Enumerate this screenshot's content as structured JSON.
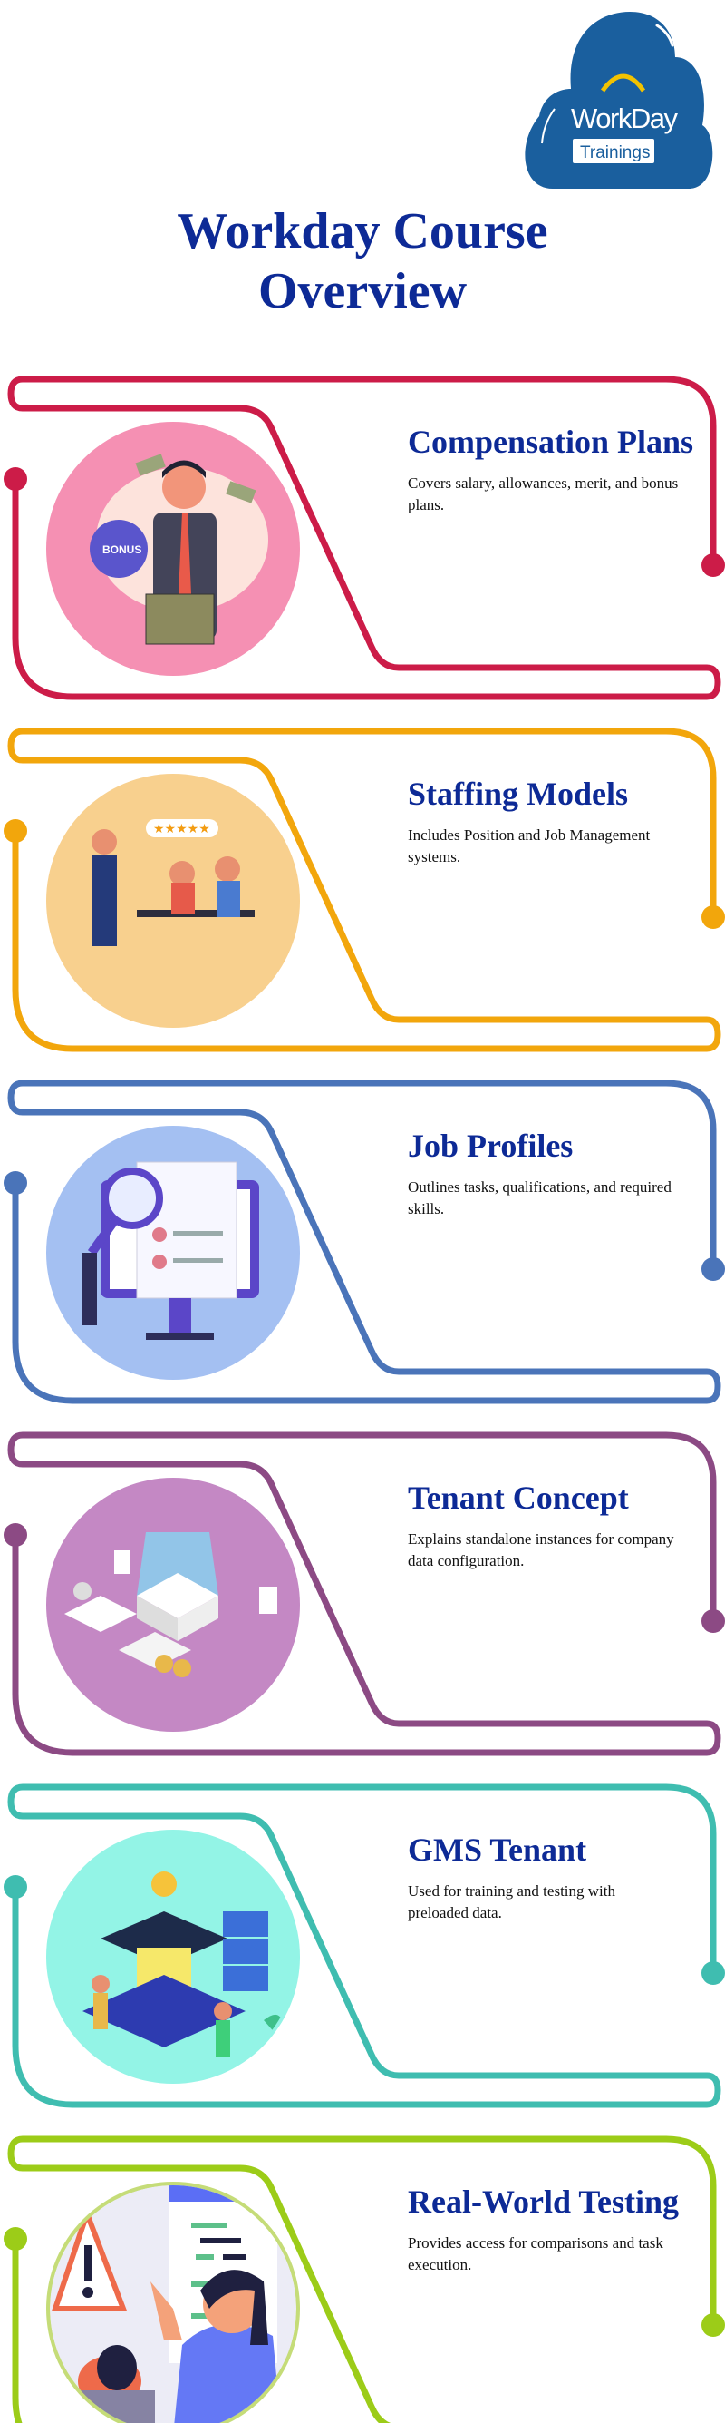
{
  "logo": {
    "brand": "WorkDay",
    "sub": "Trainings",
    "color": "#1a5f9e"
  },
  "title": {
    "line1": "Workday Course",
    "line2": "Overview"
  },
  "sections": [
    {
      "title": "Compensation Plans",
      "description": "Covers salary, allowances, merit, and bonus plans.",
      "color": "#cc1c48",
      "fill": "#f590b3",
      "icon": "bonus-bag-businessman-illustration",
      "badge": "BONUS"
    },
    {
      "title": "Staffing Models",
      "description": "Includes Position and Job Management systems.",
      "color": "#f2a60c",
      "fill": "#f8d08e",
      "icon": "team-meeting-illustration"
    },
    {
      "title": "Job Profiles",
      "description": "Outlines tasks, qualifications, and required skills.",
      "color": "#4a74b9",
      "fill": "#a4c0f2",
      "icon": "profile-search-illustration"
    },
    {
      "title": "Tenant Concept",
      "description": "Explains standalone instances for company data configuration.",
      "color": "#8c4a84",
      "fill": "#c488c4",
      "icon": "isometric-data-illustration"
    },
    {
      "title": "GMS Tenant",
      "description": "Used for training and testing with preloaded data.",
      "color": "#3fbdb0",
      "fill": "#93f4e6",
      "icon": "server-training-illustration"
    },
    {
      "title": "Real-World Testing",
      "description": "Provides access for comparisons and task execution.",
      "color": "#9ccc18",
      "fill": "#ececf6",
      "icon": "bug-testing-illustration"
    }
  ]
}
